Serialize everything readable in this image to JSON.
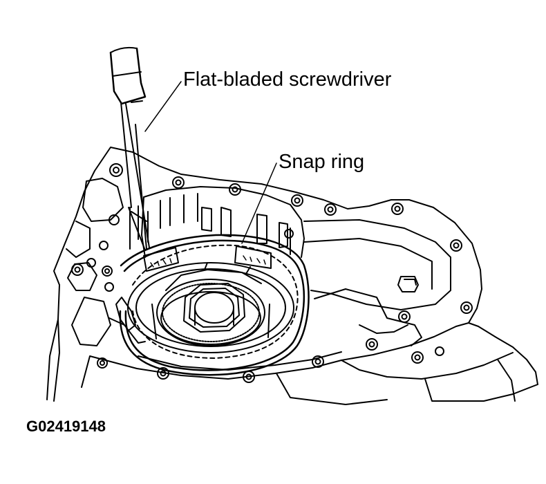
{
  "callouts": {
    "screwdriver": "Flat-bladed screwdriver",
    "snap_ring": "Snap ring"
  },
  "figure_id": "G02419148"
}
